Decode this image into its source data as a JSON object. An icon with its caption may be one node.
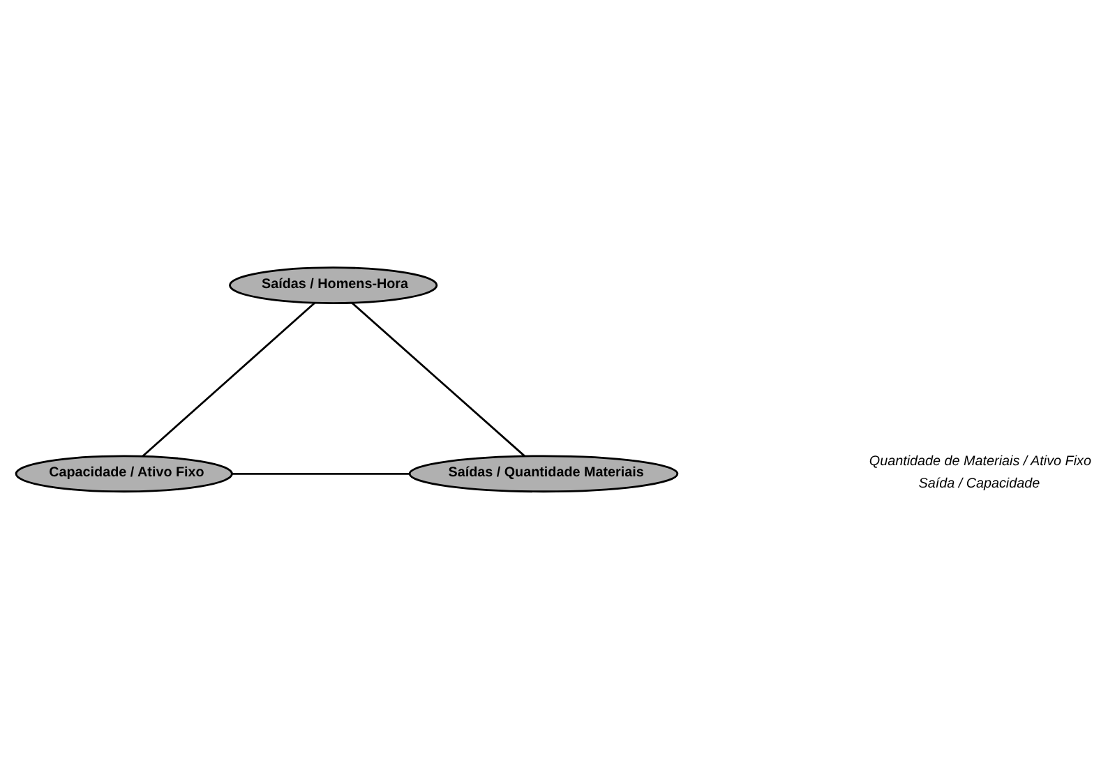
{
  "diagram": {
    "nodes": [
      {
        "text": [
          "Saídas / Homens-Hora"
        ]
      },
      {
        "text": [
          "Capacidade / Ativo Fixo"
        ]
      },
      {
        "text": [
          "Saídas / Quantidade Materiais"
        ]
      }
    ],
    "edges": [
      {
        "from": 0,
        "to": 1,
        "arrow": "none"
      },
      {
        "from": 0,
        "to": 2,
        "arrow": "none"
      },
      {
        "from": 1,
        "to": 2,
        "arrow": "none"
      }
    ],
    "labels": [
      "Quantidade de Materiais / Ativo Fixo",
      "Saída / Capacidade"
    ]
  }
}
